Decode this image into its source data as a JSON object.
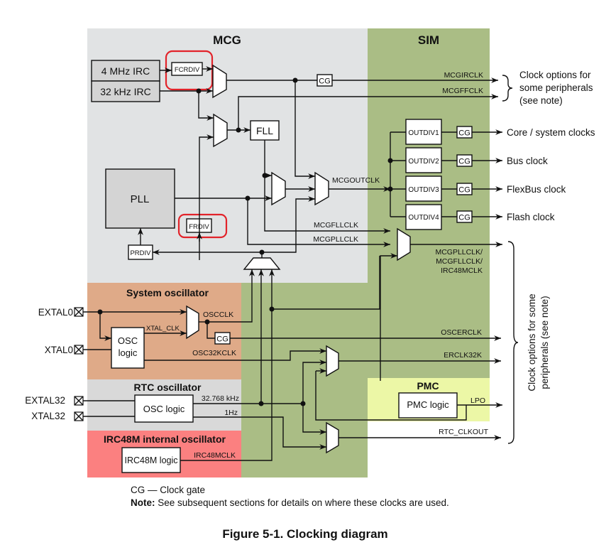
{
  "figure": {
    "caption": "Figure 5-1. Clocking diagram",
    "legend_cg": "CG — Clock gate",
    "note_label": "Note:",
    "note_text": " See subsequent sections for details on where these clocks are used."
  },
  "colors": {
    "mcg_panel": "#e1e3e4",
    "sim_panel": "#aabd85",
    "system_osc_panel": "#dfaa88",
    "rtc_osc_panel": "#d9d9d9",
    "irc48m_panel": "#fb8080",
    "pmc_panel": "#ecf7a6",
    "highlight": "#e2232a"
  },
  "panels": {
    "mcg": "MCG",
    "sim": "SIM",
    "system_osc": "System oscillator",
    "rtc_osc": "RTC oscillator",
    "irc48m": "IRC48M internal oscillator",
    "pmc": "PMC"
  },
  "blocks": {
    "irc4m": "4 MHz IRC",
    "irc32k": "32 kHz IRC",
    "fcrdiv": "FCRDIV",
    "fll": "FLL",
    "pll": "PLL",
    "frdiv": "FRDIV",
    "prdiv": "PRDIV",
    "osc_logic_line1": "OSC",
    "osc_logic_line2": "logic",
    "rtc_osc_logic": "OSC logic",
    "irc48m_logic": "IRC48M logic",
    "pmc_logic": "PMC logic",
    "cg": "CG",
    "outdivs": [
      "OUTDIV1",
      "OUTDIV2",
      "OUTDIV3",
      "OUTDIV4"
    ]
  },
  "pins": {
    "extal0": "EXTAL0",
    "xtal0": "XTAL0",
    "extal32": "EXTAL32",
    "xtal32": "XTAL32"
  },
  "signals": {
    "mcgirclk": "MCGIRCLK",
    "mcgffclk": "MCGFFCLK",
    "mcgoutclk": "MCGOUTCLK",
    "mcgfllclk": "MCGFLLCLK",
    "mcgpllclk": "MCGPLLCLK",
    "mux_out_line1": "MCGPLLCLK/",
    "mux_out_line2": "MCGFLLCLK/",
    "mux_out_line3": "IRC48MCLK",
    "oscclk": "OSCCLK",
    "xtal_clk": "XTAL_CLK",
    "osc32kclk": "OSC32KCLK",
    "oscerclk": "OSCERCLK",
    "erclk32k": "ERCLK32K",
    "rtc_32k": "32.768 kHz",
    "rtc_1hz": "1Hz",
    "irc48mclk": "IRC48MCLK",
    "lpo": "LPO",
    "rtc_clkout": "RTC_CLKOUT"
  },
  "outputs": {
    "core": "Core / system clocks",
    "bus": "Bus clock",
    "flexbus": "FlexBus clock",
    "flash": "Flash clock"
  },
  "annotations": {
    "top_note_line1": "Clock options for",
    "top_note_line2": "some peripherals",
    "top_note_line3": "(see note)",
    "side_note_line1": "Clock options for some",
    "side_note_line2": "peripherals (see note)"
  }
}
